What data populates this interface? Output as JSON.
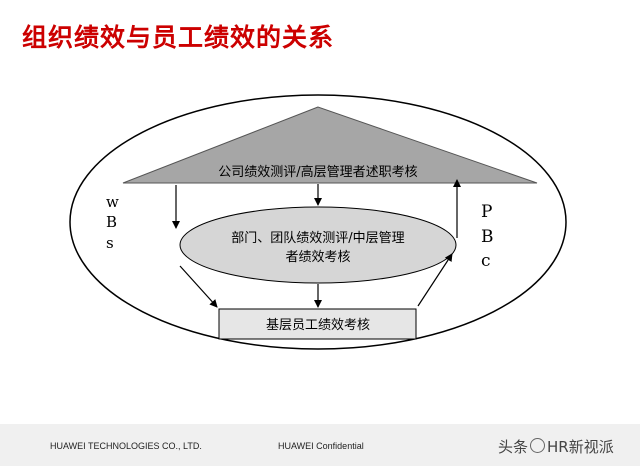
{
  "title": "组织绩效与员工绩效的关系",
  "top_box": "公司绩效测评/高层管理者述职考核",
  "middle_ellipse": [
    "部门、团队绩效测评/中层管理",
    "者绩效考核"
  ],
  "bottom_box": "基层员工绩效考核",
  "left_label": [
    "w",
    "B",
    "s"
  ],
  "right_label": [
    "P",
    "B",
    "c"
  ],
  "footer": {
    "company": "HUAWEI TECHNOLOGIES CO., LTD.",
    "confidential": "HUAWEI Confidential"
  },
  "watermark": {
    "prefix": "头条",
    "suffix": "HR新视派"
  },
  "colors": {
    "title": "#cc0000",
    "triangle_fill": "#a6a6a6",
    "ellipse_fill": "#d6d6d6",
    "box_fill": "#e6e6e6",
    "footer_bg": "#f0f0f0"
  }
}
